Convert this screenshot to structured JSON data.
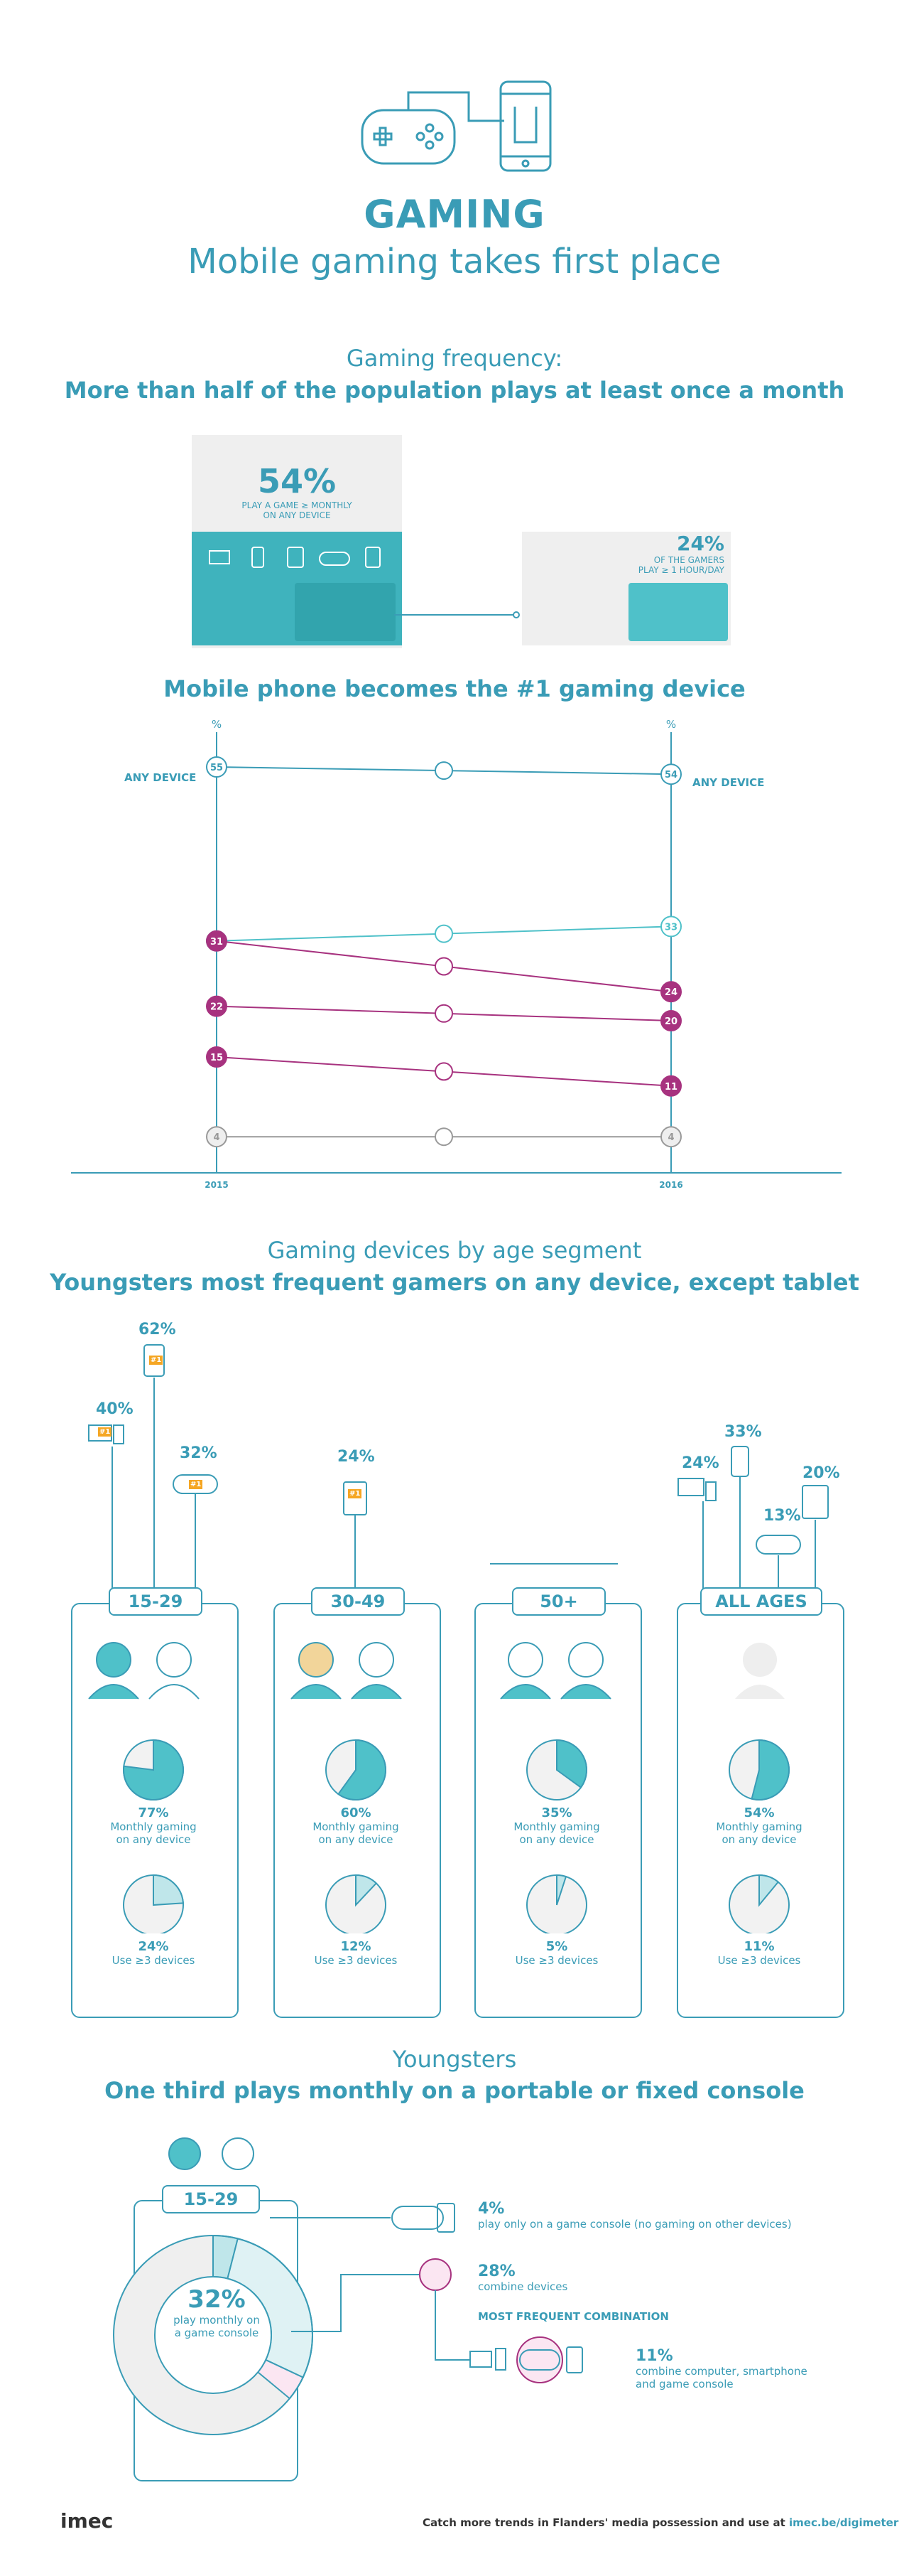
{
  "header": {
    "title": "GAMING",
    "subtitle": "Mobile gaming takes first place"
  },
  "frequency": {
    "heading_light": "Gaming frequency:",
    "heading_bold": "More than half of the population plays at least once a month",
    "big_pct": "54%",
    "big_text1": "PLAY A GAME ≥ MONTHLY",
    "big_text2": "ON ANY DEVICE",
    "small_pct": "24%",
    "small_text1": "OF THE GAMERS",
    "small_text2": "PLAY ≥ 1 HOUR/DAY"
  },
  "trend": {
    "heading": "Mobile phone becomes the #1 gaming device",
    "unit_left": "%",
    "unit_right": "%",
    "any_device_left": "ANY DEVICE",
    "any_device_right": "ANY DEVICE",
    "year_left": "2015",
    "year_right": "2016",
    "chart_data": {
      "type": "line",
      "x": [
        "2015",
        "2016"
      ],
      "series": [
        {
          "name": "ANY DEVICE",
          "values": [
            55,
            54
          ],
          "color": "#3a9cb6"
        },
        {
          "values": [
            31,
            33
          ],
          "color": "#4fc1c9"
        },
        {
          "values": [
            31,
            24
          ],
          "color": "#a7327f"
        },
        {
          "values": [
            22,
            20
          ],
          "color": "#a7327f"
        },
        {
          "values": [
            15,
            11
          ],
          "color": "#a7327f"
        },
        {
          "values": [
            4,
            4
          ],
          "color": "#999999"
        }
      ]
    }
  },
  "age": {
    "heading_light": "Gaming devices by age segment",
    "heading_bold": "Youngsters most frequent gamers on any device, except tablet",
    "segments": [
      {
        "label": "15-29",
        "pct_any": "77%",
        "any_text1": "Monthly gaming",
        "any_text2": "on any device",
        "pct_three": "24%",
        "three_text": "Use ≥3 devices",
        "devices": [
          {
            "pct": "40%"
          },
          {
            "pct": "62%"
          },
          {
            "pct": "32%"
          }
        ]
      },
      {
        "label": "30-49",
        "pct_any": "60%",
        "any_text1": "Monthly gaming",
        "any_text2": "on any device",
        "pct_three": "12%",
        "three_text": "Use ≥3 devices",
        "devices": [
          {
            "pct": "24%"
          }
        ]
      },
      {
        "label": "50+",
        "pct_any": "35%",
        "any_text1": "Monthly gaming",
        "any_text2": "on any device",
        "pct_three": "5%",
        "three_text": "Use ≥3 devices",
        "devices": []
      },
      {
        "label": "ALL AGES",
        "pct_any": "54%",
        "any_text1": "Monthly gaming",
        "any_text2": "on any device",
        "pct_three": "11%",
        "three_text": "Use ≥3 devices",
        "devices": [
          {
            "pct": "24%"
          },
          {
            "pct": "33%"
          },
          {
            "pct": "13%"
          },
          {
            "pct": "20%"
          }
        ]
      }
    ],
    "badge": "#1",
    "chart_data": [
      {
        "type": "pie",
        "categories": [
          "15-29",
          "30-49",
          "50+",
          "ALL AGES"
        ],
        "values": [
          77,
          60,
          35,
          54
        ]
      },
      {
        "type": "pie",
        "categories": [
          "15-29",
          "30-49",
          "50+",
          "ALL AGES"
        ],
        "values": [
          24,
          12,
          5,
          11
        ]
      }
    ]
  },
  "youngsters": {
    "heading_light": "Youngsters",
    "heading_bold": "One third plays monthly on a portable or fixed console",
    "segment_label": "15-29",
    "donut_pct": "32%",
    "donut_text1": "play monthly on",
    "donut_text2": "a game console",
    "only_pct": "4%",
    "only_text": "play only on a game console (no gaming on other devices)",
    "combine_pct": "28%",
    "combine_text": "combine devices",
    "most_frequent": "MOST FREQUENT COMBINATION",
    "combo_pct": "11%",
    "combo_text1": "combine computer, smartphone",
    "combo_text2": "and game console",
    "chart_data": {
      "type": "pie",
      "categories": [
        "console",
        "only console",
        "combine"
      ],
      "values": [
        32,
        4,
        28
      ]
    }
  },
  "footer": {
    "logo": "imec",
    "text": "Catch more trends in Flanders' media possession and use at ",
    "link": "imec.be/digimeter"
  }
}
